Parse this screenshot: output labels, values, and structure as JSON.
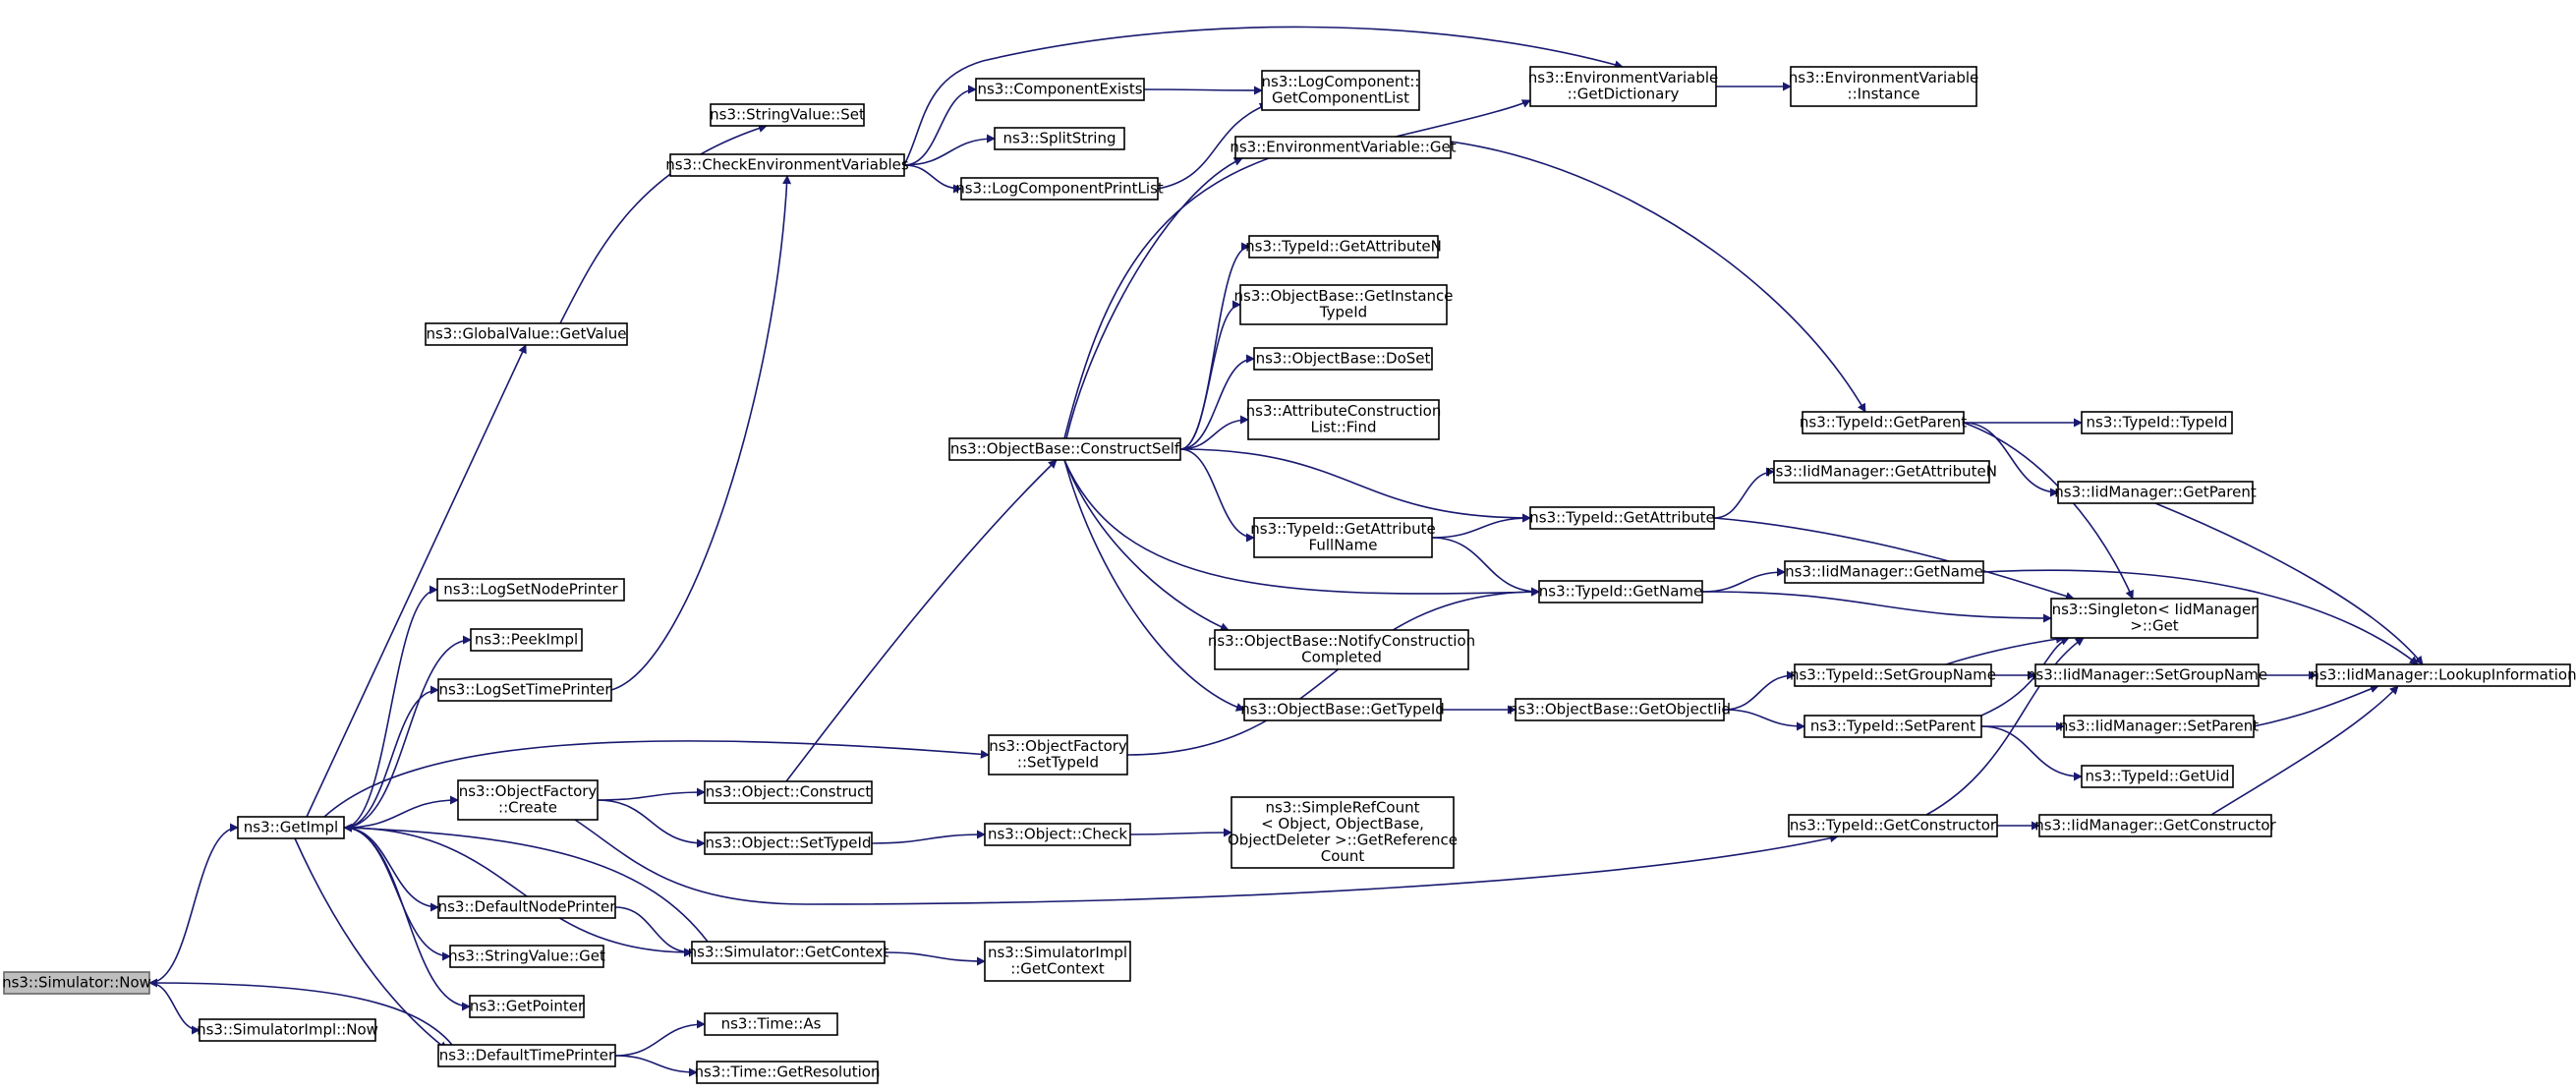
{
  "edge_color": "#191970",
  "root_fill": "#bfbfbf",
  "nodes": [
    {
      "id": "now",
      "lines": [
        "ns3::Simulator::Now"
      ]
    },
    {
      "id": "implnow",
      "lines": [
        "ns3::SimulatorImpl::Now"
      ]
    },
    {
      "id": "getimpl",
      "lines": [
        "ns3::GetImpl"
      ]
    },
    {
      "id": "globalvalue",
      "lines": [
        "ns3::GlobalValue::GetValue"
      ]
    },
    {
      "id": "stringset",
      "lines": [
        "ns3::StringValue::Set"
      ]
    },
    {
      "id": "checkenv",
      "lines": [
        "ns3::CheckEnvironmentVariables"
      ]
    },
    {
      "id": "compexists",
      "lines": [
        "ns3::ComponentExists"
      ]
    },
    {
      "id": "splitstring",
      "lines": [
        "ns3::SplitString"
      ]
    },
    {
      "id": "logprintlist",
      "lines": [
        "ns3::LogComponentPrintList"
      ]
    },
    {
      "id": "getcomplist",
      "lines": [
        "ns3::LogComponent::",
        "GetComponentList"
      ]
    },
    {
      "id": "envgetdict",
      "lines": [
        "ns3::EnvironmentVariable",
        "::GetDictionary"
      ]
    },
    {
      "id": "envinstance",
      "lines": [
        "ns3::EnvironmentVariable",
        "::Instance"
      ]
    },
    {
      "id": "envget",
      "lines": [
        "ns3::EnvironmentVariable::Get"
      ]
    },
    {
      "id": "getattrn",
      "lines": [
        "ns3::TypeId::GetAttributeN"
      ]
    },
    {
      "id": "getinsttypeid",
      "lines": [
        "ns3::ObjectBase::GetInstance",
        "TypeId"
      ]
    },
    {
      "id": "doset",
      "lines": [
        "ns3::ObjectBase::DoSet"
      ]
    },
    {
      "id": "attrfind",
      "lines": [
        "ns3::AttributeConstruction",
        "List::Find"
      ]
    },
    {
      "id": "constructself",
      "lines": [
        "ns3::ObjectBase::ConstructSelf"
      ]
    },
    {
      "id": "getparent",
      "lines": [
        "ns3::TypeId::GetParent"
      ]
    },
    {
      "id": "typeidtypeid",
      "lines": [
        "ns3::TypeId::TypeId"
      ]
    },
    {
      "id": "iidgetattrn",
      "lines": [
        "ns3::IidManager::GetAttributeN"
      ]
    },
    {
      "id": "iidgetparent",
      "lines": [
        "ns3::IidManager::GetParent"
      ]
    },
    {
      "id": "getattribute",
      "lines": [
        "ns3::TypeId::GetAttribute"
      ]
    },
    {
      "id": "getattrfullname",
      "lines": [
        "ns3::TypeId::GetAttribute",
        "FullName"
      ]
    },
    {
      "id": "getname",
      "lines": [
        "ns3::TypeId::GetName"
      ]
    },
    {
      "id": "iidgetname",
      "lines": [
        "ns3::IidManager::GetName"
      ]
    },
    {
      "id": "singletonget",
      "lines": [
        "ns3::Singleton< IidManager",
        ">::Get"
      ]
    },
    {
      "id": "logsetnodeprinter",
      "lines": [
        "ns3::LogSetNodePrinter"
      ]
    },
    {
      "id": "peekimpl",
      "lines": [
        "ns3::PeekImpl"
      ]
    },
    {
      "id": "logsettimeprinter",
      "lines": [
        "ns3::LogSetTimePrinter"
      ]
    },
    {
      "id": "notifyconstruction",
      "lines": [
        "ns3::ObjectBase::NotifyConstruction",
        "Completed"
      ]
    },
    {
      "id": "settypeidfactory",
      "lines": [
        "ns3::ObjectFactory",
        "::SetTypeId"
      ]
    },
    {
      "id": "getobjectiid",
      "lines": [
        "ns3::ObjectBase::GetObjectIid"
      ]
    },
    {
      "id": "setgroupname",
      "lines": [
        "ns3::TypeId::SetGroupName"
      ]
    },
    {
      "id": "iidsetgroupname",
      "lines": [
        "ns3::IidManager::SetGroupName"
      ]
    },
    {
      "id": "lookupinfo",
      "lines": [
        "ns3::IidManager::LookupInformation"
      ]
    },
    {
      "id": "gettypeid",
      "lines": [
        "ns3::ObjectBase::GetTypeId"
      ]
    },
    {
      "id": "setparent",
      "lines": [
        "ns3::TypeId::SetParent"
      ]
    },
    {
      "id": "iidsetparent",
      "lines": [
        "ns3::IidManager::SetParent"
      ]
    },
    {
      "id": "getuid",
      "lines": [
        "ns3::TypeId::GetUid"
      ]
    },
    {
      "id": "factorycreate",
      "lines": [
        "ns3::ObjectFactory",
        "::Create"
      ]
    },
    {
      "id": "objconstruct",
      "lines": [
        "ns3::Object::Construct"
      ]
    },
    {
      "id": "objsettypeid",
      "lines": [
        "ns3::Object::SetTypeId"
      ]
    },
    {
      "id": "objcheck",
      "lines": [
        "ns3::Object::Check"
      ]
    },
    {
      "id": "refcount",
      "lines": [
        "ns3::SimpleRefCount",
        "< Object, ObjectBase,",
        " ObjectDeleter >::GetReference",
        "Count"
      ]
    },
    {
      "id": "getconstructor",
      "lines": [
        "ns3::TypeId::GetConstructor"
      ]
    },
    {
      "id": "iidgetconstructor",
      "lines": [
        "ns3::IidManager::GetConstructor"
      ]
    },
    {
      "id": "defaultnodeprinter",
      "lines": [
        "ns3::DefaultNodePrinter"
      ]
    },
    {
      "id": "simgetcontext",
      "lines": [
        "ns3::Simulator::GetContext"
      ]
    },
    {
      "id": "implgetcontext",
      "lines": [
        "ns3::SimulatorImpl",
        "::GetContext"
      ]
    },
    {
      "id": "stringget",
      "lines": [
        "ns3::StringValue::Get"
      ]
    },
    {
      "id": "getpointer",
      "lines": [
        "ns3::GetPointer"
      ]
    },
    {
      "id": "defaulttimeprinter",
      "lines": [
        "ns3::DefaultTimePrinter"
      ]
    },
    {
      "id": "timeas",
      "lines": [
        "ns3::Time::As"
      ]
    },
    {
      "id": "getresolution",
      "lines": [
        "ns3::Time::GetResolution"
      ]
    }
  ],
  "edges": [
    [
      "now",
      "getimpl"
    ],
    [
      "now",
      "implnow"
    ],
    [
      "getimpl",
      "globalvalue"
    ],
    [
      "getimpl",
      "logsetnodeprinter"
    ],
    [
      "getimpl",
      "peekimpl"
    ],
    [
      "getimpl",
      "logsettimeprinter"
    ],
    [
      "getimpl",
      "settypeidfactory"
    ],
    [
      "getimpl",
      "factorycreate"
    ],
    [
      "getimpl",
      "defaultnodeprinter"
    ],
    [
      "getimpl",
      "simgetcontext"
    ],
    [
      "getimpl",
      "stringget"
    ],
    [
      "getimpl",
      "getpointer"
    ],
    [
      "getimpl",
      "defaulttimeprinter"
    ],
    [
      "globalvalue",
      "stringset"
    ],
    [
      "logsettimeprinter",
      "checkenv"
    ],
    [
      "checkenv",
      "compexists"
    ],
    [
      "checkenv",
      "splitstring"
    ],
    [
      "checkenv",
      "logprintlist"
    ],
    [
      "checkenv",
      "envgetdict"
    ],
    [
      "compexists",
      "getcomplist"
    ],
    [
      "logprintlist",
      "getcomplist"
    ],
    [
      "envgetdict",
      "envinstance"
    ],
    [
      "envget",
      "envgetdict"
    ],
    [
      "constructself",
      "envget"
    ],
    [
      "constructself",
      "getattrn"
    ],
    [
      "constructself",
      "getinsttypeid"
    ],
    [
      "constructself",
      "doset"
    ],
    [
      "constructself",
      "attrfind"
    ],
    [
      "constructself",
      "getparent"
    ],
    [
      "constructself",
      "getattribute"
    ],
    [
      "constructself",
      "getattrfullname"
    ],
    [
      "constructself",
      "getname"
    ],
    [
      "constructself",
      "notifyconstruction"
    ],
    [
      "constructself",
      "gettypeid"
    ],
    [
      "getparent",
      "typeidtypeid"
    ],
    [
      "getparent",
      "iidgetparent"
    ],
    [
      "getparent",
      "singletonget"
    ],
    [
      "iidgetparent",
      "lookupinfo"
    ],
    [
      "getattribute",
      "iidgetattrn"
    ],
    [
      "getattribute",
      "singletonget"
    ],
    [
      "getattrfullname",
      "getattribute"
    ],
    [
      "getattrfullname",
      "getname"
    ],
    [
      "getname",
      "iidgetname"
    ],
    [
      "getname",
      "singletonget"
    ],
    [
      "iidgetname",
      "lookupinfo"
    ],
    [
      "settypeidfactory",
      "getname"
    ],
    [
      "gettypeid",
      "getobjectiid"
    ],
    [
      "getobjectiid",
      "setgroupname"
    ],
    [
      "getobjectiid",
      "setparent"
    ],
    [
      "setgroupname",
      "iidsetgroupname"
    ],
    [
      "setgroupname",
      "singletonget"
    ],
    [
      "iidsetgroupname",
      "lookupinfo"
    ],
    [
      "setparent",
      "iidsetparent"
    ],
    [
      "setparent",
      "getuid"
    ],
    [
      "setparent",
      "singletonget"
    ],
    [
      "iidsetparent",
      "lookupinfo"
    ],
    [
      "factorycreate",
      "objconstruct"
    ],
    [
      "factorycreate",
      "objsettypeid"
    ],
    [
      "factorycreate",
      "getconstructor"
    ],
    [
      "objconstruct",
      "constructself"
    ],
    [
      "objsettypeid",
      "objcheck"
    ],
    [
      "objcheck",
      "refcount"
    ],
    [
      "getconstructor",
      "iidgetconstructor"
    ],
    [
      "getconstructor",
      "singletonget"
    ],
    [
      "iidgetconstructor",
      "lookupinfo"
    ],
    [
      "defaultnodeprinter",
      "simgetcontext"
    ],
    [
      "simgetcontext",
      "getimpl"
    ],
    [
      "simgetcontext",
      "implgetcontext"
    ],
    [
      "defaulttimeprinter",
      "now"
    ],
    [
      "defaulttimeprinter",
      "timeas"
    ],
    [
      "defaulttimeprinter",
      "getresolution"
    ]
  ]
}
